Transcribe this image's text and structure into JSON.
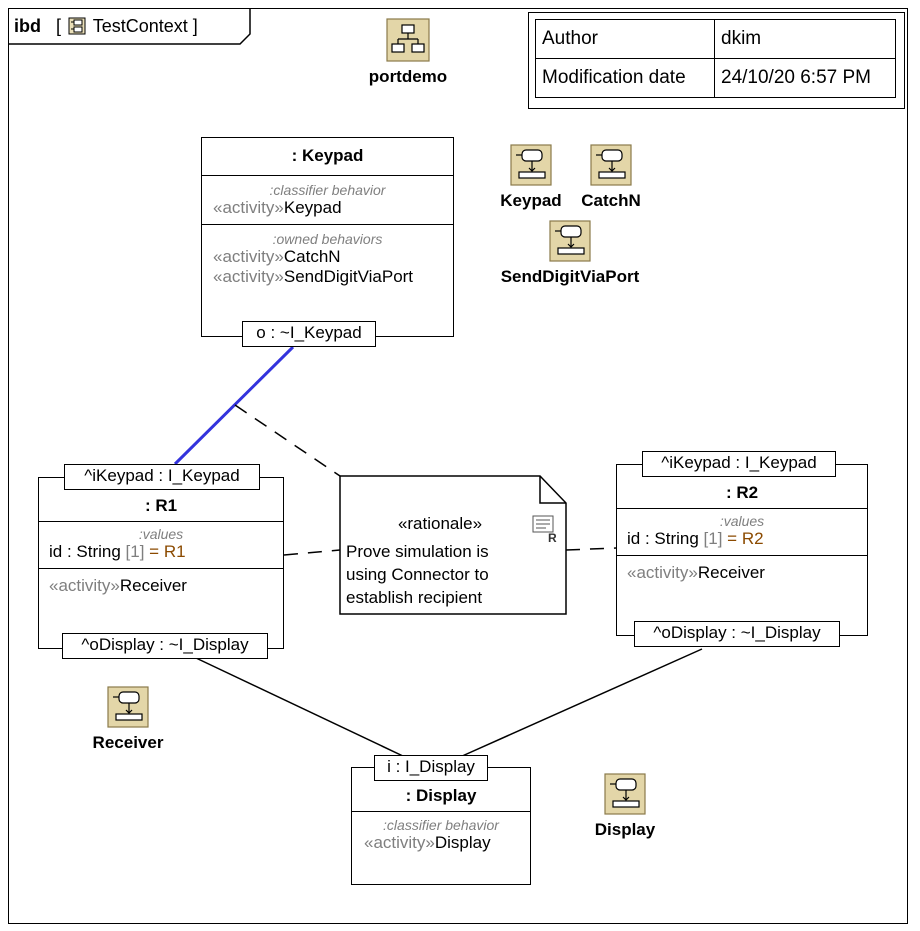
{
  "frame": {
    "kind": "ibd",
    "name": "TestContext"
  },
  "info": {
    "author_label": "Author",
    "author_value": "dkim",
    "mod_label": "Modification date",
    "mod_value": "24/10/20 6:57 PM"
  },
  "icons": {
    "portdemo": "portdemo",
    "keypad": "Keypad",
    "catchn": "CatchN",
    "senddigit": "SendDigitViaPort",
    "receiver": "Receiver",
    "display": "Display"
  },
  "keypad": {
    "title": ": Keypad",
    "classifier_label": ":classifier behavior",
    "classifier_ster": "«activity»",
    "classifier_name": "Keypad",
    "owned_label": ":owned behaviors",
    "owned": [
      {
        "ster": "«activity»",
        "name": "CatchN"
      },
      {
        "ster": "«activity»",
        "name": "SendDigitViaPort"
      }
    ],
    "port": "o : ~I_Keypad"
  },
  "r1": {
    "top_port": "^iKeypad : I_Keypad",
    "title": ": R1",
    "values_label": ":values",
    "id_name": "id",
    "id_type": " : String ",
    "id_mult": "[1]",
    "id_eq": " = ",
    "id_val": "R1",
    "behavior_ster": "«activity»",
    "behavior_name": "Receiver",
    "bottom_port": "^oDisplay : ~I_Display"
  },
  "r2": {
    "top_port": "^iKeypad : I_Keypad",
    "title": ": R2",
    "values_label": ":values",
    "id_name": "id",
    "id_type": " : String ",
    "id_mult": "[1]",
    "id_eq": " = ",
    "id_val": "R2",
    "behavior_ster": "«activity»",
    "behavior_name": "Receiver",
    "bottom_port": "^oDisplay : ~I_Display"
  },
  "display": {
    "top_port": "i : I_Display",
    "title": ": Display",
    "classifier_label": ":classifier behavior",
    "classifier_ster": "«activity»",
    "classifier_name": "Display"
  },
  "note": {
    "stereotype": "«rationale»",
    "lines": [
      "Prove simulation is",
      "using Connector to",
      "establish recipient"
    ]
  },
  "colors": {
    "connector_highlight": "#3333dd",
    "value_text": "#8b4a00",
    "icon_fill": "#e3d6a8"
  }
}
